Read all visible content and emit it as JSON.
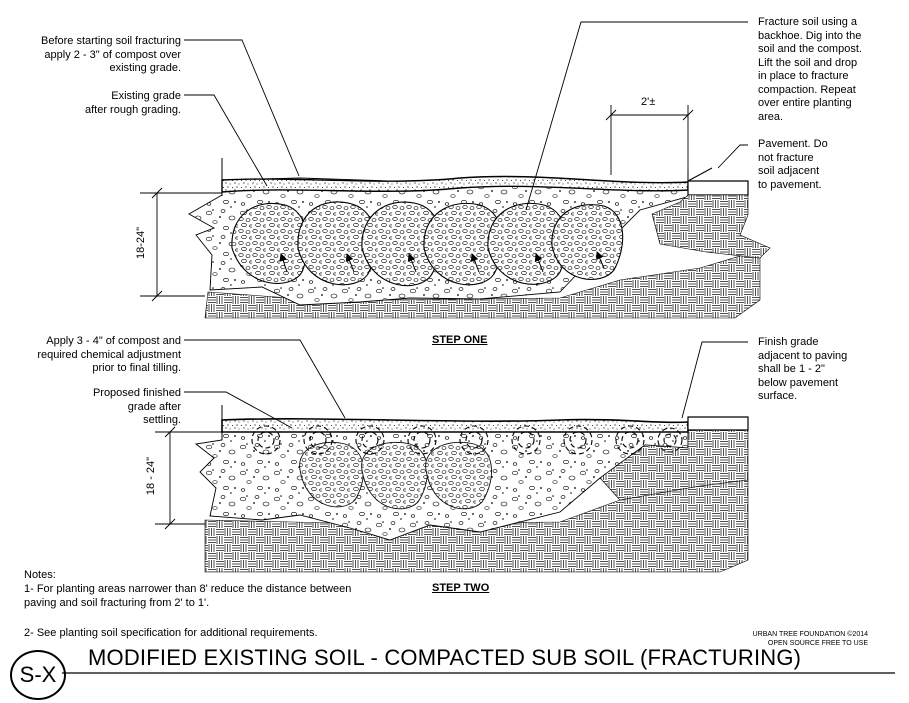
{
  "step_one": {
    "label": "STEP ONE",
    "callouts": {
      "compost_before": "Before starting soil fracturing\napply 2 - 3\" of compost over\nexisting grade.",
      "existing_grade": "Existing grade\nafter rough grading.",
      "fracture_soil": "Fracture soil using a\nbackhoe. Dig into the\nsoil and the compost.\nLift the soil and drop\nin place to fracture\ncompaction. Repeat\nover entire planting\narea.",
      "pavement": "Pavement. Do\nnot fracture\nsoil adjacent\nto pavement."
    },
    "dimension_width": "2'±",
    "dimension_depth": "18-24\""
  },
  "step_two": {
    "label": "STEP TWO",
    "callouts": {
      "compost_final": "Apply 3 - 4\" of compost and\nrequired chemical adjustment\nprior to final tilling.",
      "finished_grade": "Proposed finished\ngrade after\nsettling.",
      "finish_grade_paving": "Finish grade\nadjacent to paving\nshall be 1 - 2\"\nbelow pavement\nsurface."
    },
    "dimension_depth": "18 - 24\""
  },
  "notes": {
    "heading": "Notes:",
    "note_1": "1- For planting areas narrower than 8' reduce the distance between\npaving and soil fracturing from 2' to 1'.",
    "note_2": "2- See planting soil specification for additional requirements."
  },
  "credit": {
    "line_1": "URBAN TREE FOUNDATION ©2014",
    "line_2": "OPEN SOURCE FREE TO USE"
  },
  "title": {
    "badge": "S-X",
    "text": "MODIFIED EXISTING SOIL - COMPACTED SUB SOIL (FRACTURING)"
  }
}
